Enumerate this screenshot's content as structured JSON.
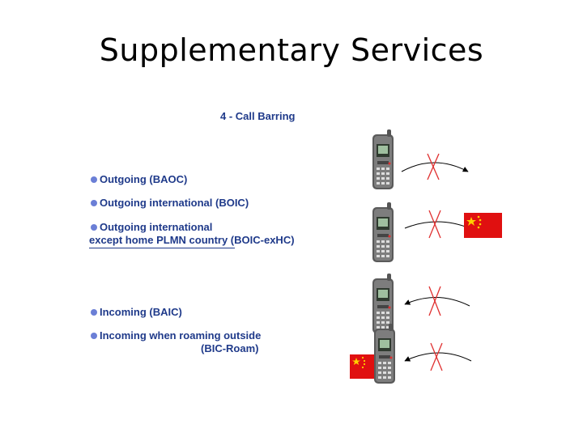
{
  "slide": {
    "title": "Supplementary Services",
    "subtitle": "4 - Call Barring"
  },
  "services": [
    {
      "line1": "Outgoing (BAOC)"
    },
    {
      "line1": "Outgoing international (BOIC)"
    },
    {
      "line1": "Outgoing international",
      "line2": "except home PLMN country (BOIC-exHC)"
    },
    {
      "line1": "Incoming (BAIC)"
    },
    {
      "line1": "Incoming when roaming outside",
      "line2": "(BIC-Roam)"
    }
  ],
  "colors": {
    "text": "#1f3a8a",
    "bullet": "#6b7fd6",
    "barred": "#e03030",
    "flag": "#e01010",
    "star": "#ffd000"
  },
  "icons": [
    "mobile-phone-icon",
    "barred-call-arrow-icon",
    "flag-icon"
  ]
}
